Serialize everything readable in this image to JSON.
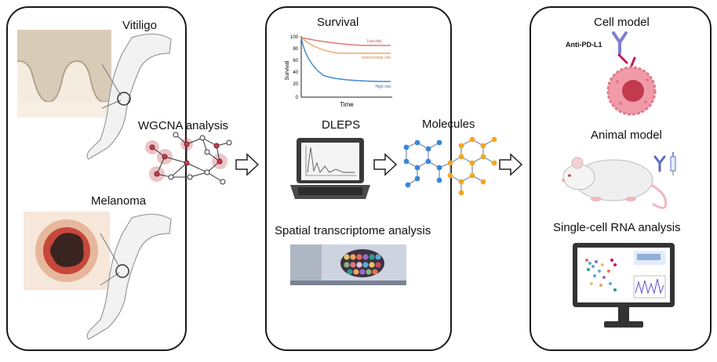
{
  "panel1": {
    "vitiligo_label": "Vitiligo",
    "wgcna_label": "WGCNA analysis",
    "melanoma_label": "Melanoma"
  },
  "panel2": {
    "survival": {
      "title": "Survival",
      "xlabel": "Time",
      "ylabel": "Survival",
      "yticks": [
        "100",
        "80",
        "60",
        "40",
        "20",
        "0"
      ],
      "series": [
        {
          "name": "Low risk",
          "color": "#e07a7a"
        },
        {
          "name": "Intermediate risk",
          "color": "#f0a868"
        },
        {
          "name": "High risk",
          "color": "#4a8ccc"
        }
      ]
    },
    "dleps_label": "DLEPS",
    "spatial_label": "Spatial transcriptome analysis"
  },
  "molecules_label": "Molecules",
  "panel3": {
    "cell_model_label": "Cell model",
    "antibody_label": "Anti-PD-L1",
    "animal_model_label": "Animal model",
    "scrna_label": "Single-cell RNA analysis"
  },
  "colors": {
    "network_highlight": "#c0404a",
    "molecule_blue": "#3a86d8",
    "molecule_orange": "#f2a623",
    "tumor_pink": "#e87a8a",
    "antibody_purple": "#7f7fd0"
  }
}
